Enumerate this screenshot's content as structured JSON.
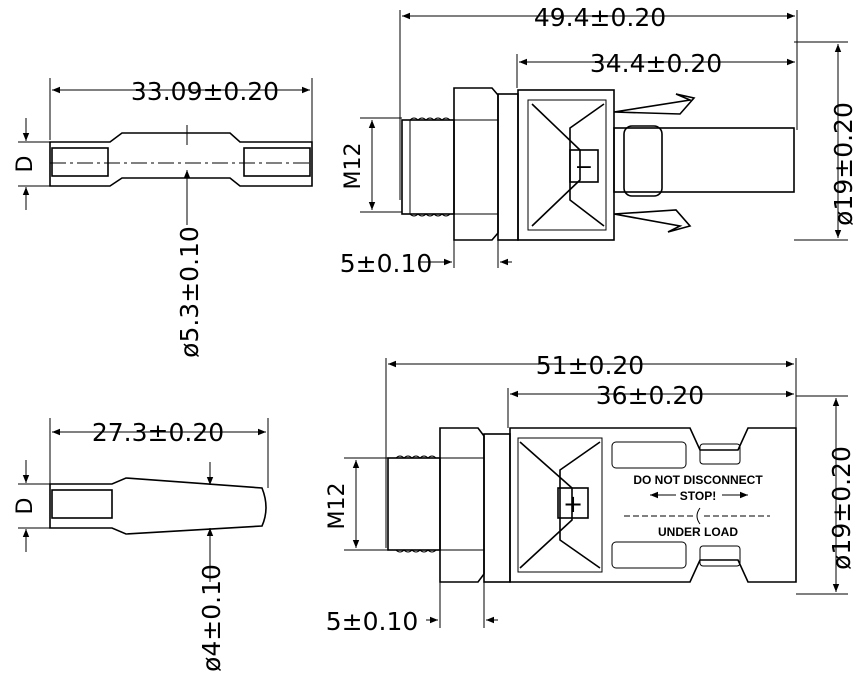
{
  "top_left_pin": {
    "length_label": "33.09±0.20",
    "diameter_symbol": "D",
    "inner_diameter_label": "ø5.3±0.10"
  },
  "bottom_left_pin": {
    "length_label": "27.3±0.20",
    "diameter_symbol": "D",
    "inner_diameter_label": "ø4±0.10"
  },
  "top_connector": {
    "overall_length_label": "49.4±0.20",
    "body_length_label": "34.4±0.20",
    "diameter_label": "ø19±0.20",
    "thread_label": "M12",
    "nut_label": "5±0.10",
    "polarity": "−"
  },
  "bottom_connector": {
    "overall_length_label": "51±0.20",
    "body_length_label": "36±0.20",
    "diameter_label": "ø19±0.20",
    "thread_label": "M12",
    "nut_label": "5±0.10",
    "polarity": "+",
    "warning_line1": "DO NOT DISCONNECT",
    "warning_line2": "STOP!",
    "warning_line3": "UNDER LOAD"
  }
}
